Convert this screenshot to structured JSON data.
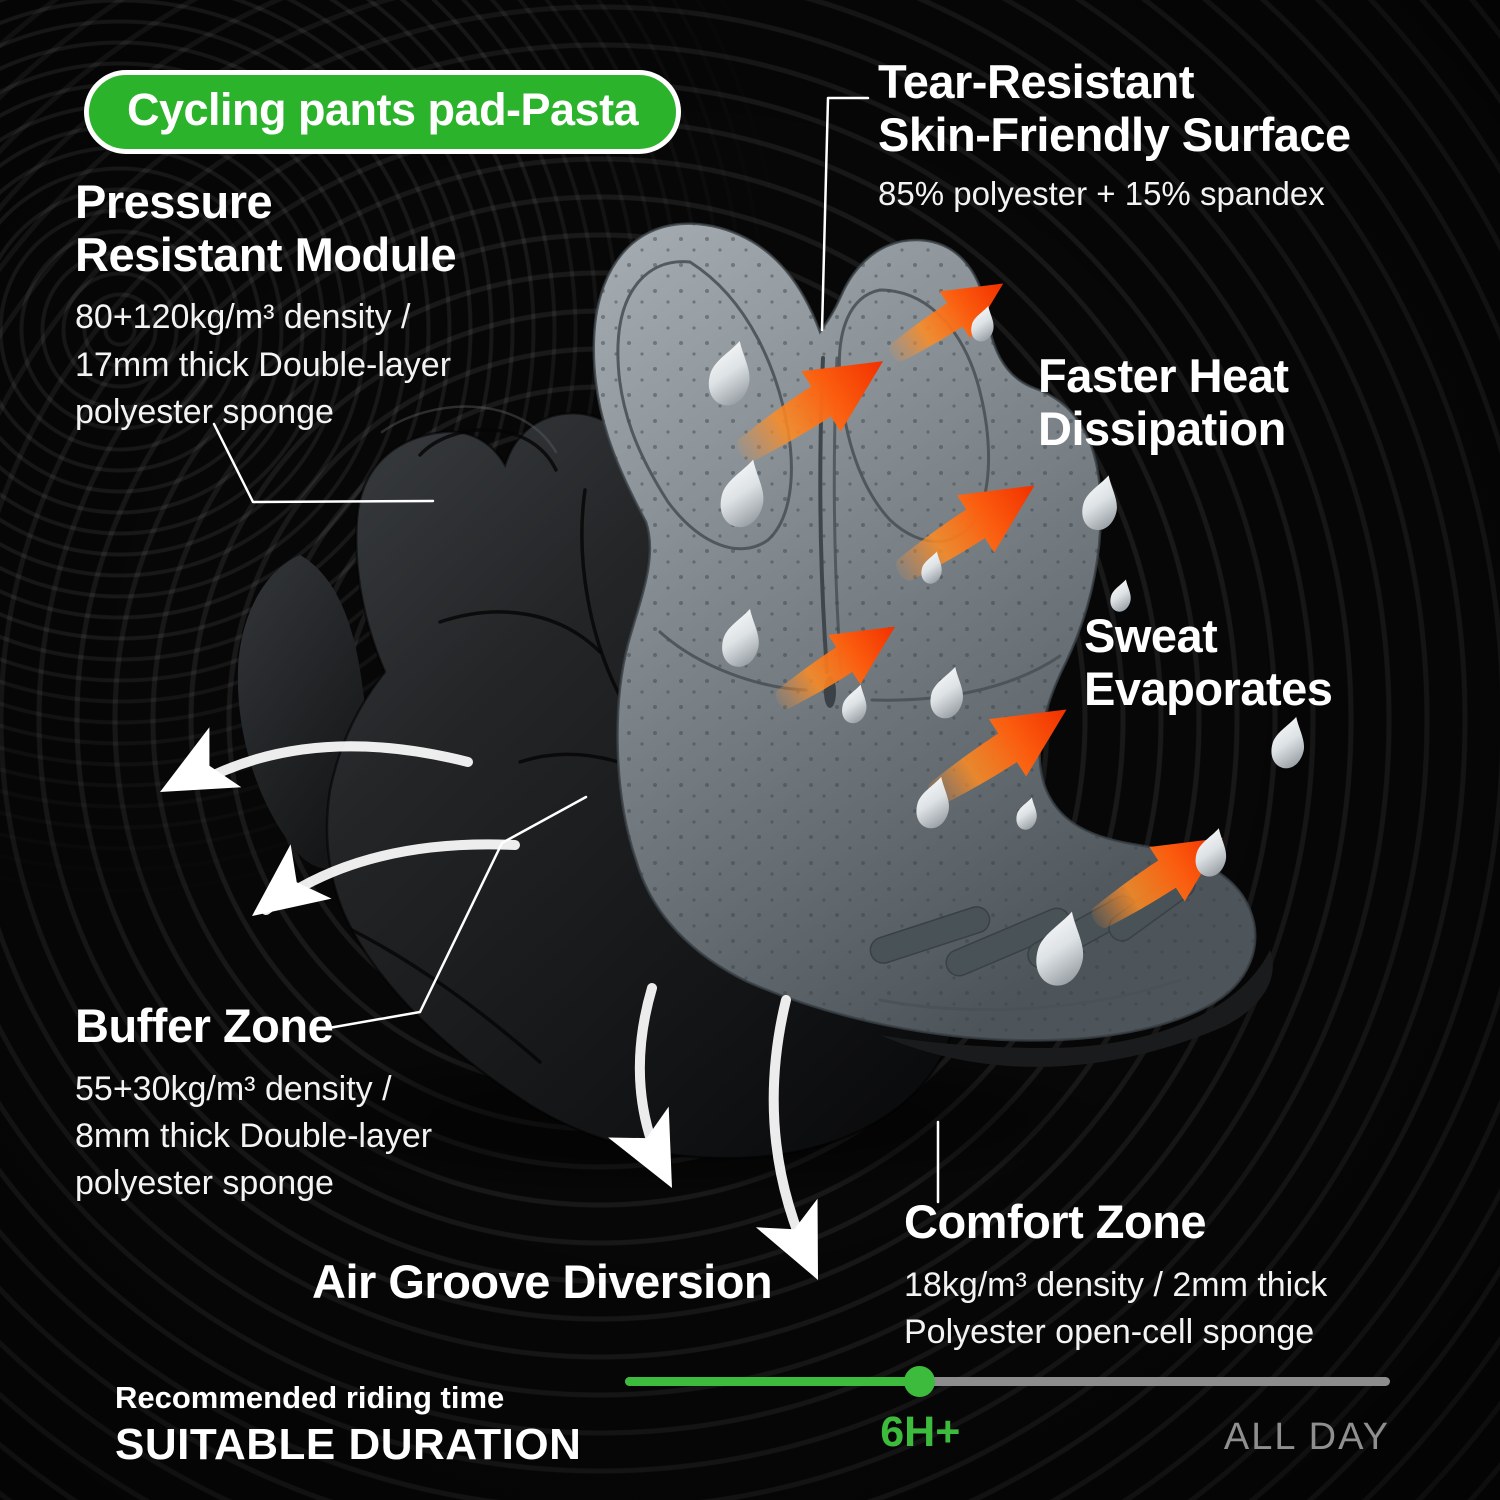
{
  "badge": {
    "label": "Cycling pants pad-Pasta"
  },
  "callouts": {
    "pressure_module": {
      "title": [
        "Pressure",
        "Resistant Module"
      ],
      "desc": [
        "80+120kg/m³ density /",
        "17mm thick Double-layer",
        "polyester sponge"
      ]
    },
    "tear_resistant": {
      "title": [
        "Tear-Resistant",
        "Skin-Friendly Surface"
      ],
      "desc": [
        "85% polyester + 15% spandex"
      ]
    },
    "heat_dissipation": {
      "title": [
        "Faster Heat",
        "Dissipation"
      ]
    },
    "sweat_evaporates": {
      "title": [
        "Sweat",
        "Evaporates"
      ]
    },
    "buffer_zone": {
      "title": [
        "Buffer Zone"
      ],
      "desc": [
        "55+30kg/m³ density /",
        "8mm thick Double-layer",
        "polyester sponge"
      ]
    },
    "air_groove": {
      "title": [
        "Air Groove Diversion"
      ]
    },
    "comfort_zone": {
      "title": [
        "Comfort Zone"
      ],
      "desc": [
        "18kg/m³ density / 2mm thick",
        "Polyester open-cell sponge"
      ]
    }
  },
  "duration": {
    "kicker": "Recommended riding time",
    "title": "SUITABLE DURATION",
    "current": "6H+",
    "max": "ALL DAY",
    "progress_pct": 38.6
  },
  "icons": {
    "heat_arrow": "diagonal-arrow-up-right",
    "droplet": "water-drop",
    "airflow_arrow": "curved-flow-arrow"
  },
  "colors": {
    "accent_green": "#2cb32c",
    "slider_green": "#3cbb3c",
    "arrow_orange": "#f5420a",
    "track_gray": "#8d8d8d",
    "text_muted": "#8f8f8f"
  }
}
